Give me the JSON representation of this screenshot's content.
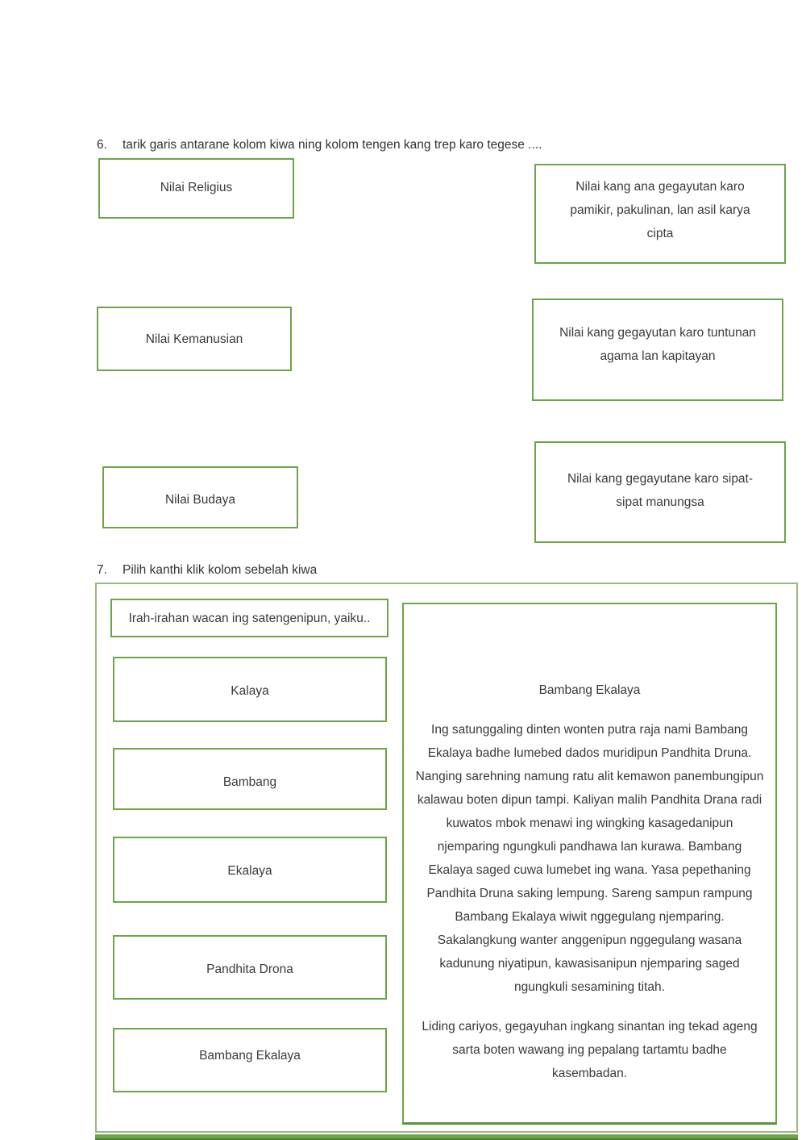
{
  "page": {
    "background": "#ffffff",
    "box_border_green": "#6ba547",
    "outer_border_green": "#9ab97c",
    "text_color": "#3a3a3a"
  },
  "question6": {
    "number": "6.",
    "prompt": "tarik garis antarane kolom kiwa ning kolom tengen kang trep karo tegese ....",
    "left_items": [
      "Nilai Religius",
      "Nilai Kemanusian",
      "Nilai Budaya"
    ],
    "right_items": [
      "Nilai kang ana gegayutan karo pamikir, pakulinan, lan asil karya cipta",
      "Nilai kang gegayutan karo tuntunan agama lan kapitayan",
      "Nilai kang gegayutane karo sipat-sipat manungsa"
    ]
  },
  "question7": {
    "number": "7.",
    "prompt": "Pilih kanthi klik kolom sebelah kiwa",
    "question_box": "Irah-irahan wacan ing satengenipun, yaiku..",
    "options": [
      "Kalaya",
      "Bambang",
      "Ekalaya",
      "Pandhita Drona",
      "Bambang Ekalaya"
    ],
    "passage": {
      "title": "Bambang Ekalaya",
      "paragraph1": "Ing satunggaling dinten wonten putra raja nami Bambang Ekalaya badhe lumebed dados muridipun Pandhita Druna. Nanging sarehning namung ratu alit kemawon panembungipun kalawau boten dipun tampi. Kaliyan malih Pandhita Drana radi kuwatos mbok menawi ing wingking kasagedanipun njemparing ngungkuli pandhawa lan kurawa. Bambang Ekalaya saged cuwa lumebet ing wana. Yasa pepethaning Pandhita Druna saking lempung. Sareng sampun rampung Bambang Ekalaya wiwit nggegulang njemparing. Sakalangkung wanter anggenipun nggegulang wasana kadunung niyatipun, kawasisanipun njemparing saged ngungkuli sesamining titah.",
      "paragraph2": "Liding cariyos, gegayuhan ingkang sinantan ing tekad ageng sarta boten wawang ing pepalang tartamtu badhe kasembadan."
    }
  }
}
